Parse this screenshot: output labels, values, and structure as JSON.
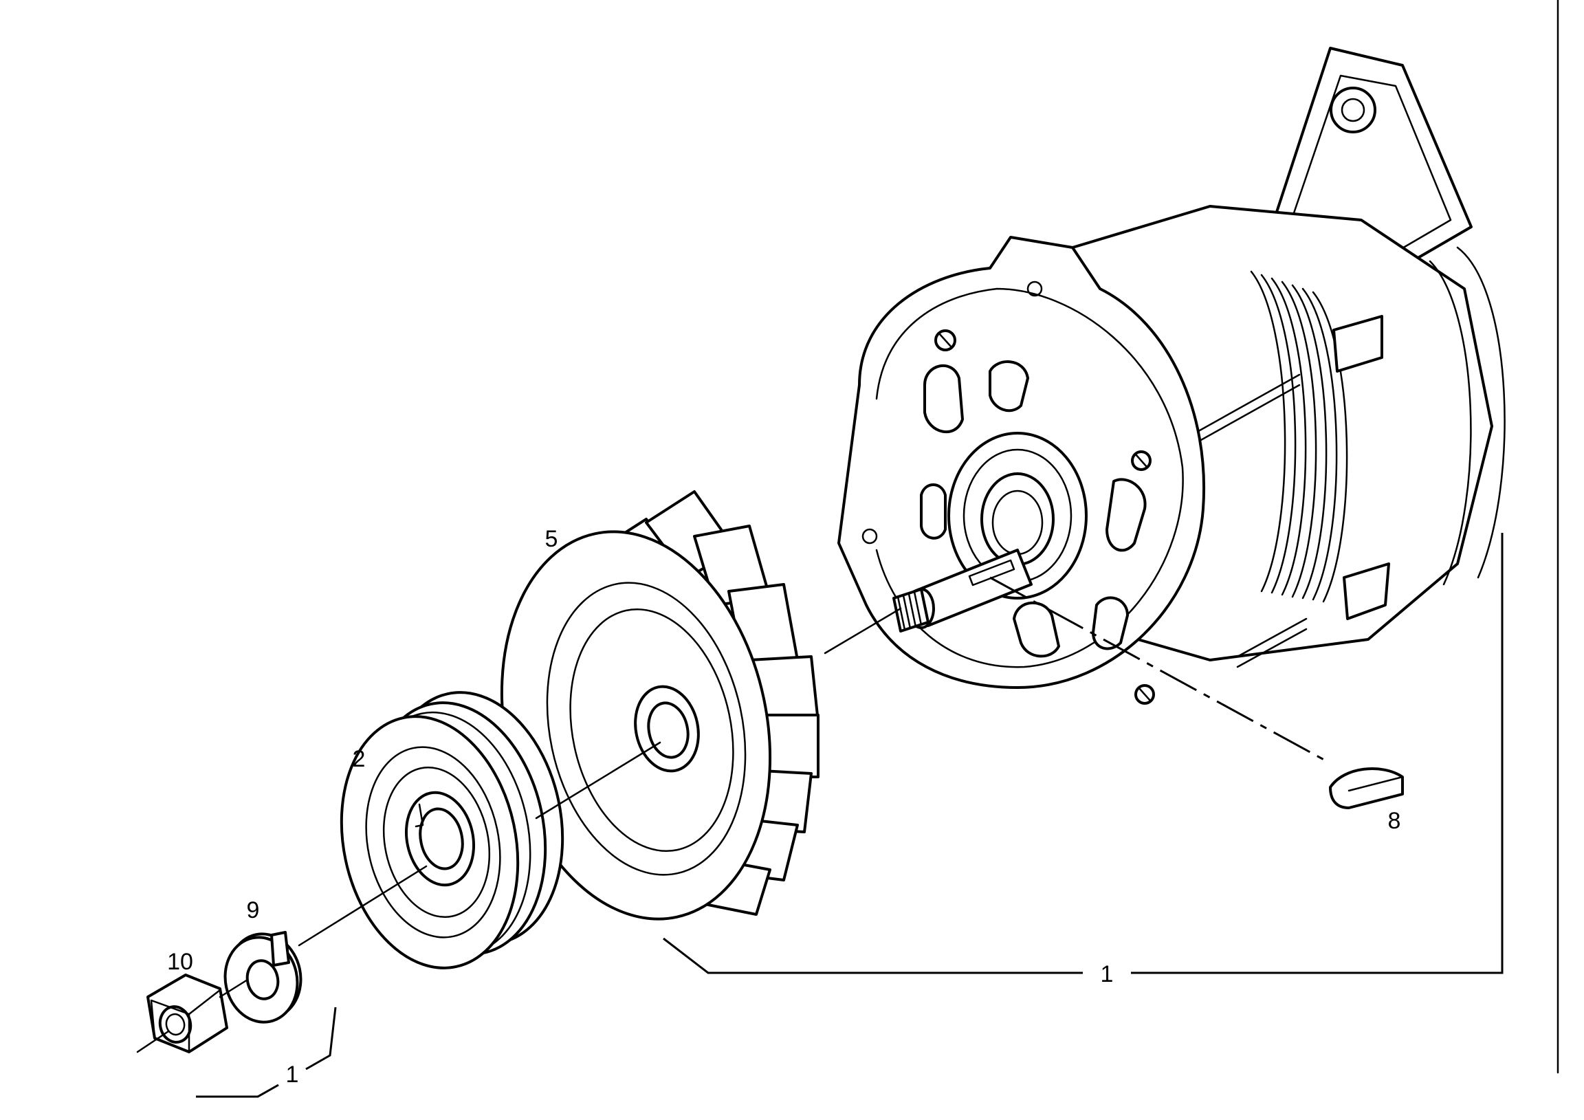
{
  "callouts": {
    "assembly_main": "1",
    "assembly_fasteners": "1",
    "pulley": "2",
    "fan": "5",
    "key": "8",
    "lock_washer": "9",
    "nut": "10"
  },
  "colors": {
    "line": "#000000",
    "background": "#ffffff"
  }
}
